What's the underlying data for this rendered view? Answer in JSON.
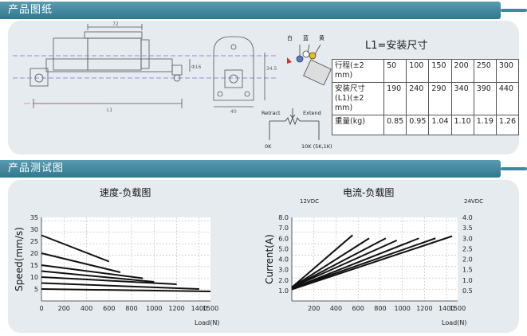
{
  "sections": {
    "drawing_title": "产品图纸",
    "test_title": "产品测试图"
  },
  "drawing": {
    "labels": {
      "l2": "72",
      "height1": "34.5",
      "diam": "Φ16",
      "l1": "L1",
      "width40": "40",
      "white": "白",
      "blue": "蓝",
      "yellow": "黄",
      "retract": "Retract",
      "extend": "Extend",
      "zero_k": "0K",
      "ten_k": "10K (5K,1K)"
    },
    "l1_title": "L1=安装尺寸",
    "table": {
      "row1_label": "行程(±2 mm)",
      "row1": [
        "50",
        "100",
        "150",
        "200",
        "250",
        "300"
      ],
      "row2_label": "安装尺寸 (L1)(±2 mm)",
      "row2": [
        "190",
        "240",
        "290",
        "340",
        "390",
        "440"
      ],
      "row3_label": "重量(kg)",
      "row3": [
        "0.85",
        "0.95",
        "1.04",
        "1.10",
        "1.19",
        "1.26"
      ]
    }
  },
  "chart_data": [
    {
      "type": "line",
      "title": "速度-负载图",
      "xlabel": "Load(N)",
      "ylabel": "Speed(mm/s)",
      "xlim": [
        0,
        1500
      ],
      "ylim": [
        0,
        35
      ],
      "xticks": [
        "0",
        "200",
        "400",
        "600",
        "800",
        "1000",
        "1200",
        "1400",
        "1500"
      ],
      "yticks": [
        "5",
        "10",
        "15",
        "20",
        "25",
        "30",
        "35"
      ],
      "grid": true,
      "series": [
        {
          "points": [
            [
              0,
              27.5
            ],
            [
              600,
              16.5
            ]
          ]
        },
        {
          "points": [
            [
              0,
              20
            ],
            [
              700,
              12
            ]
          ]
        },
        {
          "points": [
            [
              0,
              15
            ],
            [
              900,
              9.5
            ]
          ]
        },
        {
          "points": [
            [
              0,
              12.5
            ],
            [
              1000,
              8
            ]
          ]
        },
        {
          "points": [
            [
              0,
              10
            ],
            [
              1200,
              7
            ]
          ]
        },
        {
          "points": [
            [
              0,
              7.5
            ],
            [
              1400,
              5
            ]
          ]
        },
        {
          "points": [
            [
              0,
              5
            ],
            [
              1500,
              4
            ]
          ]
        }
      ]
    },
    {
      "type": "line",
      "title": "电流-负载图",
      "xlabel": "Load(N)",
      "ylabel": "Current(A)",
      "y2label_left": "12VDC",
      "y2label_right": "24VDC",
      "xlim": [
        0,
        1500
      ],
      "ylim": [
        0,
        8.0
      ],
      "ylim_right": [
        0,
        4.0
      ],
      "xticks": [
        "200",
        "400",
        "600",
        "800",
        "1000",
        "1200",
        "1400",
        "1500"
      ],
      "yticks": [
        "1.0",
        "2.0",
        "3.0",
        "4.0",
        "5.0",
        "6.0",
        "7.0",
        "8.0"
      ],
      "yticks_right": [
        "0.5",
        "1.0",
        "1.5",
        "2.0",
        "2.5",
        "3.0",
        "3.5",
        "4.0"
      ],
      "grid": true,
      "series": [
        {
          "points": [
            [
              0,
              1.3
            ],
            [
              550,
              6.3
            ]
          ]
        },
        {
          "points": [
            [
              0,
              1.3
            ],
            [
              700,
              6.0
            ]
          ]
        },
        {
          "points": [
            [
              0,
              1.3
            ],
            [
              850,
              6.0
            ]
          ]
        },
        {
          "points": [
            [
              0,
              1.3
            ],
            [
              950,
              5.8
            ]
          ]
        },
        {
          "points": [
            [
              0,
              1.2
            ],
            [
              1150,
              6.0
            ]
          ]
        },
        {
          "points": [
            [
              0,
              1.2
            ],
            [
              1300,
              6.0
            ]
          ]
        },
        {
          "points": [
            [
              0,
              1.1
            ],
            [
              1450,
              6.2
            ]
          ]
        }
      ]
    }
  ]
}
